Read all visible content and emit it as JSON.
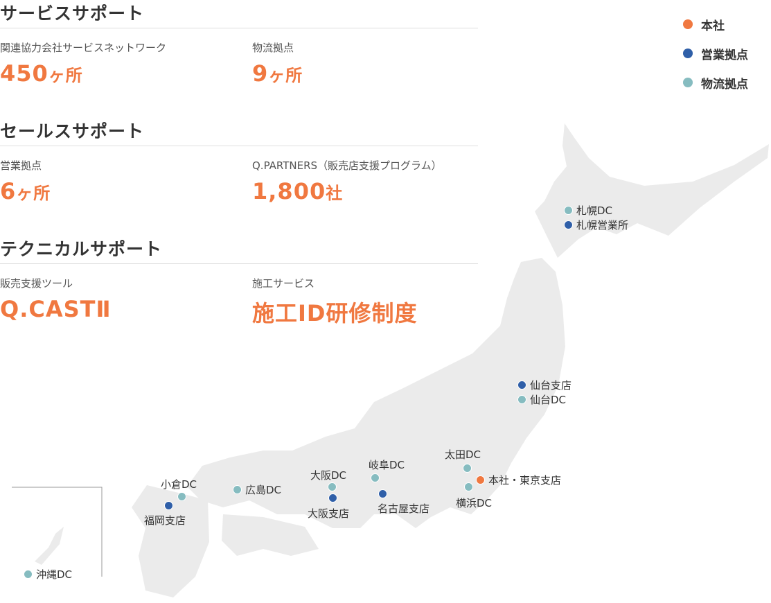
{
  "colors": {
    "hq": "#F07840",
    "sales": "#2F5FA8",
    "logistics": "#86BCC0",
    "land": "#EBEBEB"
  },
  "sections": [
    {
      "title": "サービスサポート",
      "items": [
        {
          "label": "関連協力会社サービスネットワーク",
          "value": "450",
          "unit": "ヶ所"
        },
        {
          "label": "物流拠点",
          "value": "9",
          "unit": "ヶ所"
        }
      ]
    },
    {
      "title": "セールスサポート",
      "items": [
        {
          "label": "営業拠点",
          "value": "6",
          "unit": "ヶ所"
        },
        {
          "label": "Q.PARTNERS（販売店支援プログラム）",
          "value": "1,800",
          "unit": "社"
        }
      ]
    },
    {
      "title": "テクニカルサポート",
      "items": [
        {
          "label": "販売支援ツール",
          "value": "Q.CASTⅡ",
          "unit": ""
        },
        {
          "label": "施工サービス",
          "value": "施工ID研修制度",
          "unit": ""
        }
      ]
    }
  ],
  "legend": [
    "本社",
    "営業拠点",
    "物流拠点"
  ],
  "locations": {
    "sapporo_dc": "札幌DC",
    "sapporo_office": "札幌営業所",
    "sendai_office": "仙台支店",
    "sendai_dc": "仙台DC",
    "ota_dc": "太田DC",
    "hq_tokyo": "本社・東京支店",
    "yokohama_dc": "横浜DC",
    "gifu_dc": "岐阜DC",
    "nagoya_office": "名古屋支店",
    "osaka_dc": "大阪DC",
    "osaka_office": "大阪支店",
    "hiroshima_dc": "広島DC",
    "kokura_dc": "小倉DC",
    "fukuoka_office": "福岡支店",
    "okinawa_dc": "沖縄DC"
  }
}
